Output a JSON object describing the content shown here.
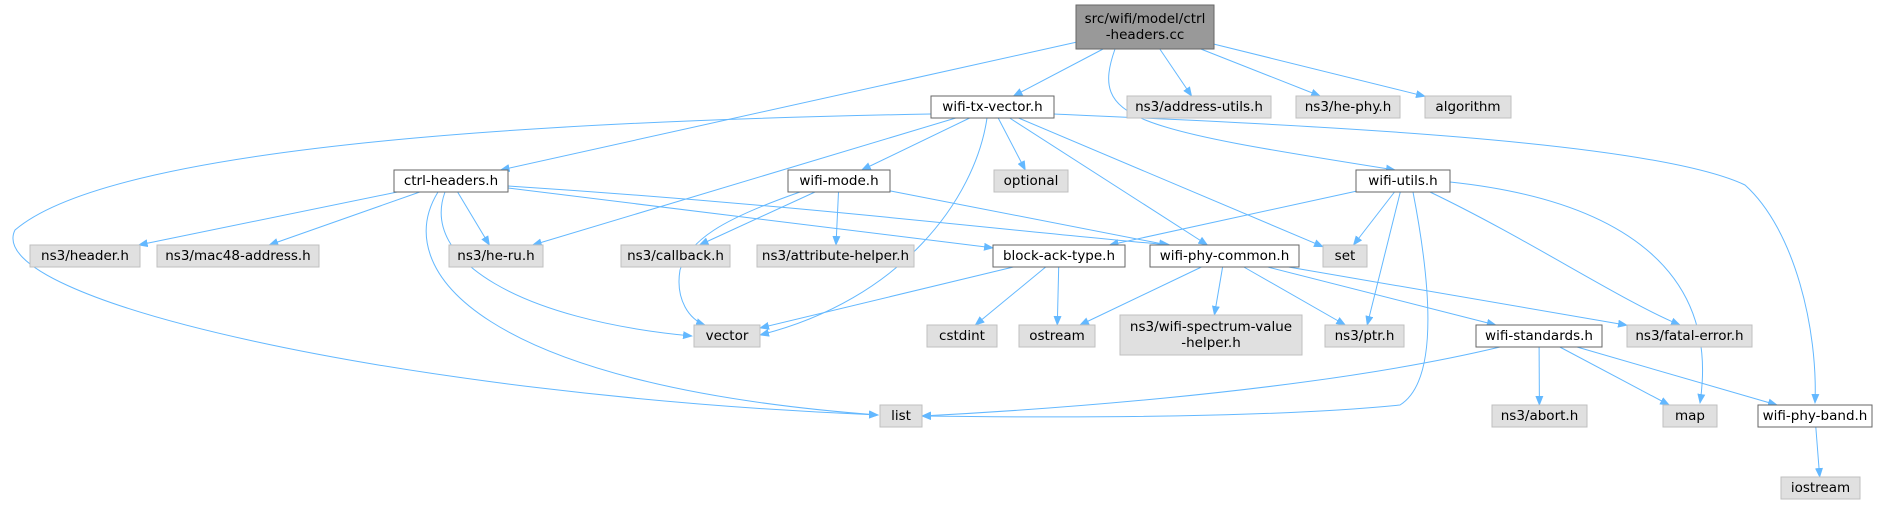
{
  "colors": {
    "root_fill": "#999999",
    "internal_fill": "#ffffff",
    "external_fill": "#e0e0e0",
    "border": "#666666",
    "edge": "#63b8ff"
  },
  "nodes": [
    {
      "id": "root",
      "lines": [
        "src/wifi/model/ctrl",
        "-headers.cc"
      ],
      "kind": "root"
    },
    {
      "id": "wifi-tx-vector",
      "lines": [
        "wifi-tx-vector.h"
      ],
      "kind": "internal"
    },
    {
      "id": "address-utils",
      "lines": [
        "ns3/address-utils.h"
      ],
      "kind": "external"
    },
    {
      "id": "he-phy",
      "lines": [
        "ns3/he-phy.h"
      ],
      "kind": "external"
    },
    {
      "id": "algorithm",
      "lines": [
        "algorithm"
      ],
      "kind": "external"
    },
    {
      "id": "ctrl-headers",
      "lines": [
        "ctrl-headers.h"
      ],
      "kind": "internal"
    },
    {
      "id": "wifi-mode",
      "lines": [
        "wifi-mode.h"
      ],
      "kind": "internal"
    },
    {
      "id": "optional",
      "lines": [
        "optional"
      ],
      "kind": "external"
    },
    {
      "id": "wifi-utils",
      "lines": [
        "wifi-utils.h"
      ],
      "kind": "internal"
    },
    {
      "id": "header",
      "lines": [
        "ns3/header.h"
      ],
      "kind": "external"
    },
    {
      "id": "mac48-address",
      "lines": [
        "ns3/mac48-address.h"
      ],
      "kind": "external"
    },
    {
      "id": "he-ru",
      "lines": [
        "ns3/he-ru.h"
      ],
      "kind": "external"
    },
    {
      "id": "callback",
      "lines": [
        "ns3/callback.h"
      ],
      "kind": "external"
    },
    {
      "id": "attribute-helper",
      "lines": [
        "ns3/attribute-helper.h"
      ],
      "kind": "external"
    },
    {
      "id": "block-ack-type",
      "lines": [
        "block-ack-type.h"
      ],
      "kind": "internal"
    },
    {
      "id": "wifi-phy-common",
      "lines": [
        "wifi-phy-common.h"
      ],
      "kind": "internal"
    },
    {
      "id": "set",
      "lines": [
        "set"
      ],
      "kind": "external"
    },
    {
      "id": "vector",
      "lines": [
        "vector"
      ],
      "kind": "external"
    },
    {
      "id": "cstdint",
      "lines": [
        "cstdint"
      ],
      "kind": "external"
    },
    {
      "id": "ostream",
      "lines": [
        "ostream"
      ],
      "kind": "external"
    },
    {
      "id": "spectrum-value-helper",
      "lines": [
        "ns3/wifi-spectrum-value",
        "-helper.h"
      ],
      "kind": "external"
    },
    {
      "id": "ptr",
      "lines": [
        "ns3/ptr.h"
      ],
      "kind": "external"
    },
    {
      "id": "wifi-standards",
      "lines": [
        "wifi-standards.h"
      ],
      "kind": "internal"
    },
    {
      "id": "fatal-error",
      "lines": [
        "ns3/fatal-error.h"
      ],
      "kind": "external"
    },
    {
      "id": "list",
      "lines": [
        "list"
      ],
      "kind": "external"
    },
    {
      "id": "abort",
      "lines": [
        "ns3/abort.h"
      ],
      "kind": "external"
    },
    {
      "id": "map",
      "lines": [
        "map"
      ],
      "kind": "external"
    },
    {
      "id": "wifi-phy-band",
      "lines": [
        "wifi-phy-band.h"
      ],
      "kind": "internal"
    },
    {
      "id": "iostream",
      "lines": [
        "iostream"
      ],
      "kind": "external"
    }
  ],
  "edges": [
    [
      "root",
      "ctrl-headers"
    ],
    [
      "root",
      "wifi-tx-vector"
    ],
    [
      "root",
      "wifi-utils"
    ],
    [
      "root",
      "address-utils"
    ],
    [
      "root",
      "he-phy"
    ],
    [
      "root",
      "algorithm"
    ],
    [
      "wifi-tx-vector",
      "wifi-mode"
    ],
    [
      "wifi-tx-vector",
      "optional"
    ],
    [
      "wifi-tx-vector",
      "he-ru"
    ],
    [
      "wifi-tx-vector",
      "wifi-phy-common"
    ],
    [
      "wifi-tx-vector",
      "set"
    ],
    [
      "wifi-tx-vector",
      "vector"
    ],
    [
      "wifi-tx-vector",
      "list"
    ],
    [
      "wifi-tx-vector",
      "wifi-phy-band"
    ],
    [
      "ctrl-headers",
      "header"
    ],
    [
      "ctrl-headers",
      "mac48-address"
    ],
    [
      "ctrl-headers",
      "he-ru"
    ],
    [
      "ctrl-headers",
      "block-ack-type"
    ],
    [
      "ctrl-headers",
      "wifi-phy-common"
    ],
    [
      "ctrl-headers",
      "vector"
    ],
    [
      "ctrl-headers",
      "list"
    ],
    [
      "wifi-mode",
      "callback"
    ],
    [
      "wifi-mode",
      "attribute-helper"
    ],
    [
      "wifi-mode",
      "wifi-phy-common"
    ],
    [
      "wifi-mode",
      "vector"
    ],
    [
      "wifi-utils",
      "block-ack-type"
    ],
    [
      "wifi-utils",
      "set"
    ],
    [
      "wifi-utils",
      "ptr"
    ],
    [
      "wifi-utils",
      "fatal-error"
    ],
    [
      "wifi-utils",
      "list"
    ],
    [
      "wifi-utils",
      "map"
    ],
    [
      "block-ack-type",
      "vector"
    ],
    [
      "block-ack-type",
      "cstdint"
    ],
    [
      "block-ack-type",
      "ostream"
    ],
    [
      "wifi-phy-common",
      "ostream"
    ],
    [
      "wifi-phy-common",
      "spectrum-value-helper"
    ],
    [
      "wifi-phy-common",
      "ptr"
    ],
    [
      "wifi-phy-common",
      "wifi-standards"
    ],
    [
      "wifi-phy-common",
      "fatal-error"
    ],
    [
      "wifi-standards",
      "list"
    ],
    [
      "wifi-standards",
      "abort"
    ],
    [
      "wifi-standards",
      "map"
    ],
    [
      "wifi-standards",
      "wifi-phy-band"
    ],
    [
      "wifi-phy-band",
      "iostream"
    ]
  ]
}
